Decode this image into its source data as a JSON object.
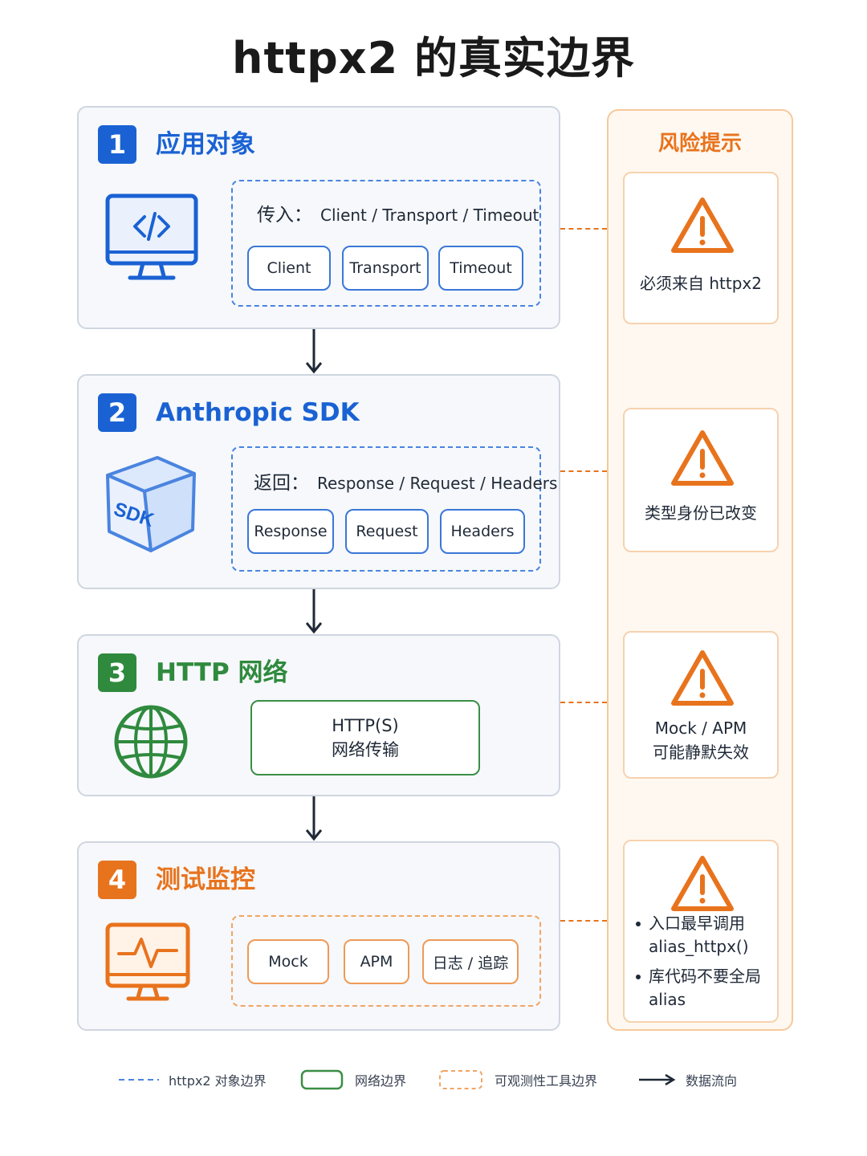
{
  "title": "httpx2 的真实边界",
  "stages": [
    {
      "number": "1",
      "title": "应用对象",
      "group_label_cn": "传入：",
      "group_label_en": "Client / Transport / Timeout",
      "items": [
        "Client",
        "Transport",
        "Timeout"
      ],
      "icon": "code-monitor-icon"
    },
    {
      "number": "2",
      "title": "Anthropic SDK",
      "group_label_cn": "返回：",
      "group_label_en": "Response  / Request / Headers",
      "items": [
        "Response",
        "Request",
        "Headers"
      ],
      "icon": "sdk-cube-icon",
      "icon_text": "SDK"
    },
    {
      "number": "3",
      "title": "HTTP 网络",
      "box_line1": "HTTP(S)",
      "box_line2": "网络传输",
      "icon": "globe-icon"
    },
    {
      "number": "4",
      "title": "测试监控",
      "items": [
        "Mock",
        "APM",
        "日志 / 追踪"
      ],
      "icon": "monitor-pulse-icon"
    }
  ],
  "risks": {
    "title": "风险提示",
    "cards": [
      {
        "text": "必须来自 httpx2"
      },
      {
        "text": "类型身份已改变"
      },
      {
        "line1": "Mock / APM",
        "line2": "可能静默失效"
      },
      {
        "bullets": [
          "入口最早调用 alias_httpx()",
          "库代码不要全局 alias"
        ]
      }
    ]
  },
  "legend": {
    "object_boundary": "httpx2 对象边界",
    "network_boundary": "网络边界",
    "tool_boundary": "可观测性工具边界",
    "data_flow": "数据流向"
  },
  "colors": {
    "blue": "#1a62d3",
    "green": "#2f8a3e",
    "orange": "#e8731d"
  }
}
